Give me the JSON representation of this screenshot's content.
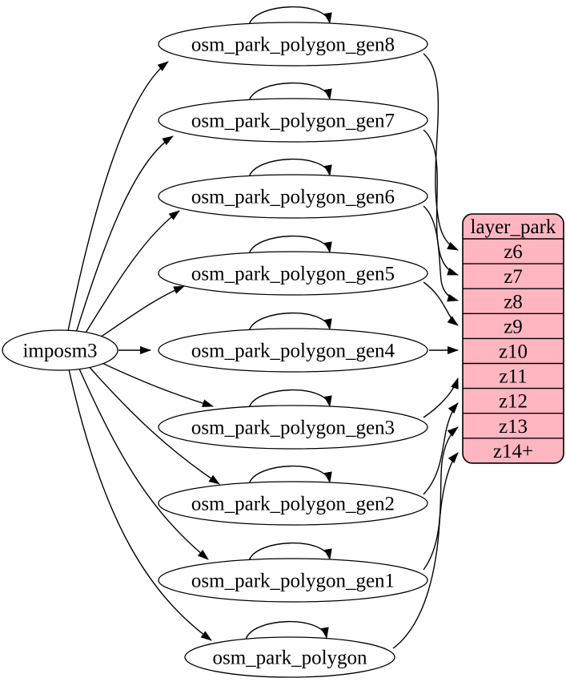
{
  "diagram": {
    "source": {
      "label": "imposm3"
    },
    "tables": [
      {
        "id": "gen8",
        "label": "osm_park_polygon_gen8",
        "feeds": "z6"
      },
      {
        "id": "gen7",
        "label": "osm_park_polygon_gen7",
        "feeds": "z7"
      },
      {
        "id": "gen6",
        "label": "osm_park_polygon_gen6",
        "feeds": "z8"
      },
      {
        "id": "gen5",
        "label": "osm_park_polygon_gen5",
        "feeds": "z9"
      },
      {
        "id": "gen4",
        "label": "osm_park_polygon_gen4",
        "feeds": "z10"
      },
      {
        "id": "gen3",
        "label": "osm_park_polygon_gen3",
        "feeds": "z11"
      },
      {
        "id": "gen2",
        "label": "osm_park_polygon_gen2",
        "feeds": "z12"
      },
      {
        "id": "gen1",
        "label": "osm_park_polygon_gen1",
        "feeds": "z13"
      },
      {
        "id": "polygon",
        "label": "osm_park_polygon",
        "feeds": "z14+"
      }
    ],
    "layer": {
      "title": "layer_park",
      "rows": [
        "z6",
        "z7",
        "z8",
        "z9",
        "z10",
        "z11",
        "z12",
        "z13",
        "z14+"
      ]
    },
    "colors": {
      "node_fill": "#ffffff",
      "layer_fill": "#ffb6c1",
      "stroke": "#000000",
      "text": "#000000",
      "background": "#ffffff"
    }
  }
}
